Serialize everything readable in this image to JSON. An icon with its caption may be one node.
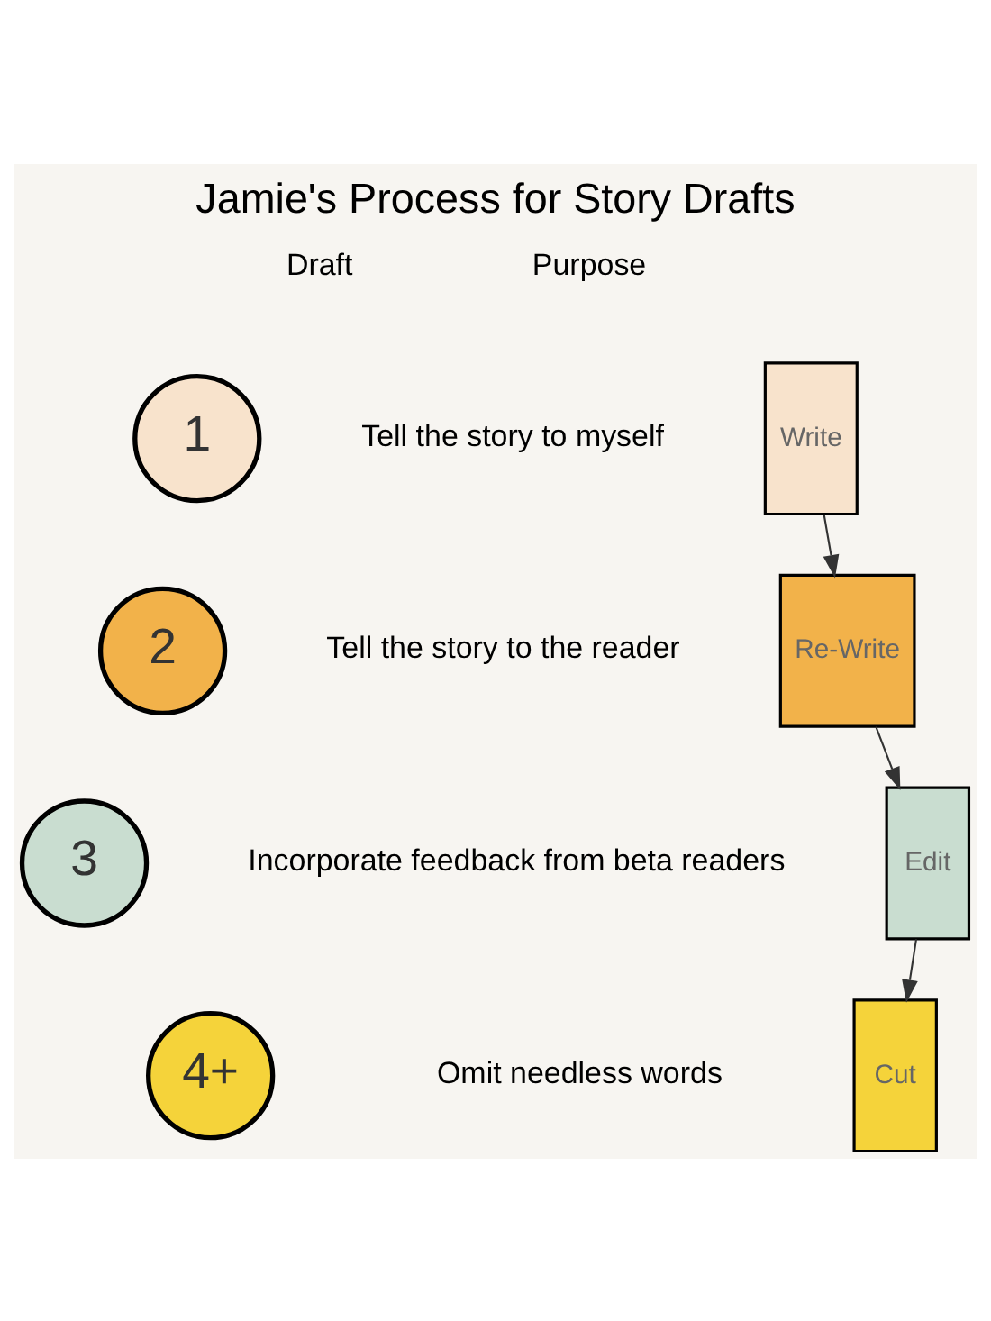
{
  "diagram": {
    "title": "Jamie's Process for Story Drafts",
    "nodes": [
      {
        "text": [
          "1"
        ]
      },
      {
        "text": [
          "Write"
        ]
      },
      {
        "text": [
          "2"
        ]
      },
      {
        "text": [
          "Re-Write"
        ]
      },
      {
        "text": [
          "3"
        ]
      },
      {
        "text": [
          "Edit"
        ]
      },
      {
        "text": [
          "4+"
        ]
      },
      {
        "text": [
          "Cut"
        ]
      }
    ],
    "edges": [
      {
        "from": 1,
        "to": 3,
        "arrow": "to"
      },
      {
        "from": 3,
        "to": 5,
        "arrow": "to"
      },
      {
        "from": 5,
        "to": 7,
        "arrow": "to"
      }
    ],
    "labels": [
      "Draft",
      "Purpose",
      "Tell the story to myself",
      "Tell the story to the reader",
      "Incorporate feedback from beta readers",
      "Omit needless words"
    ]
  }
}
